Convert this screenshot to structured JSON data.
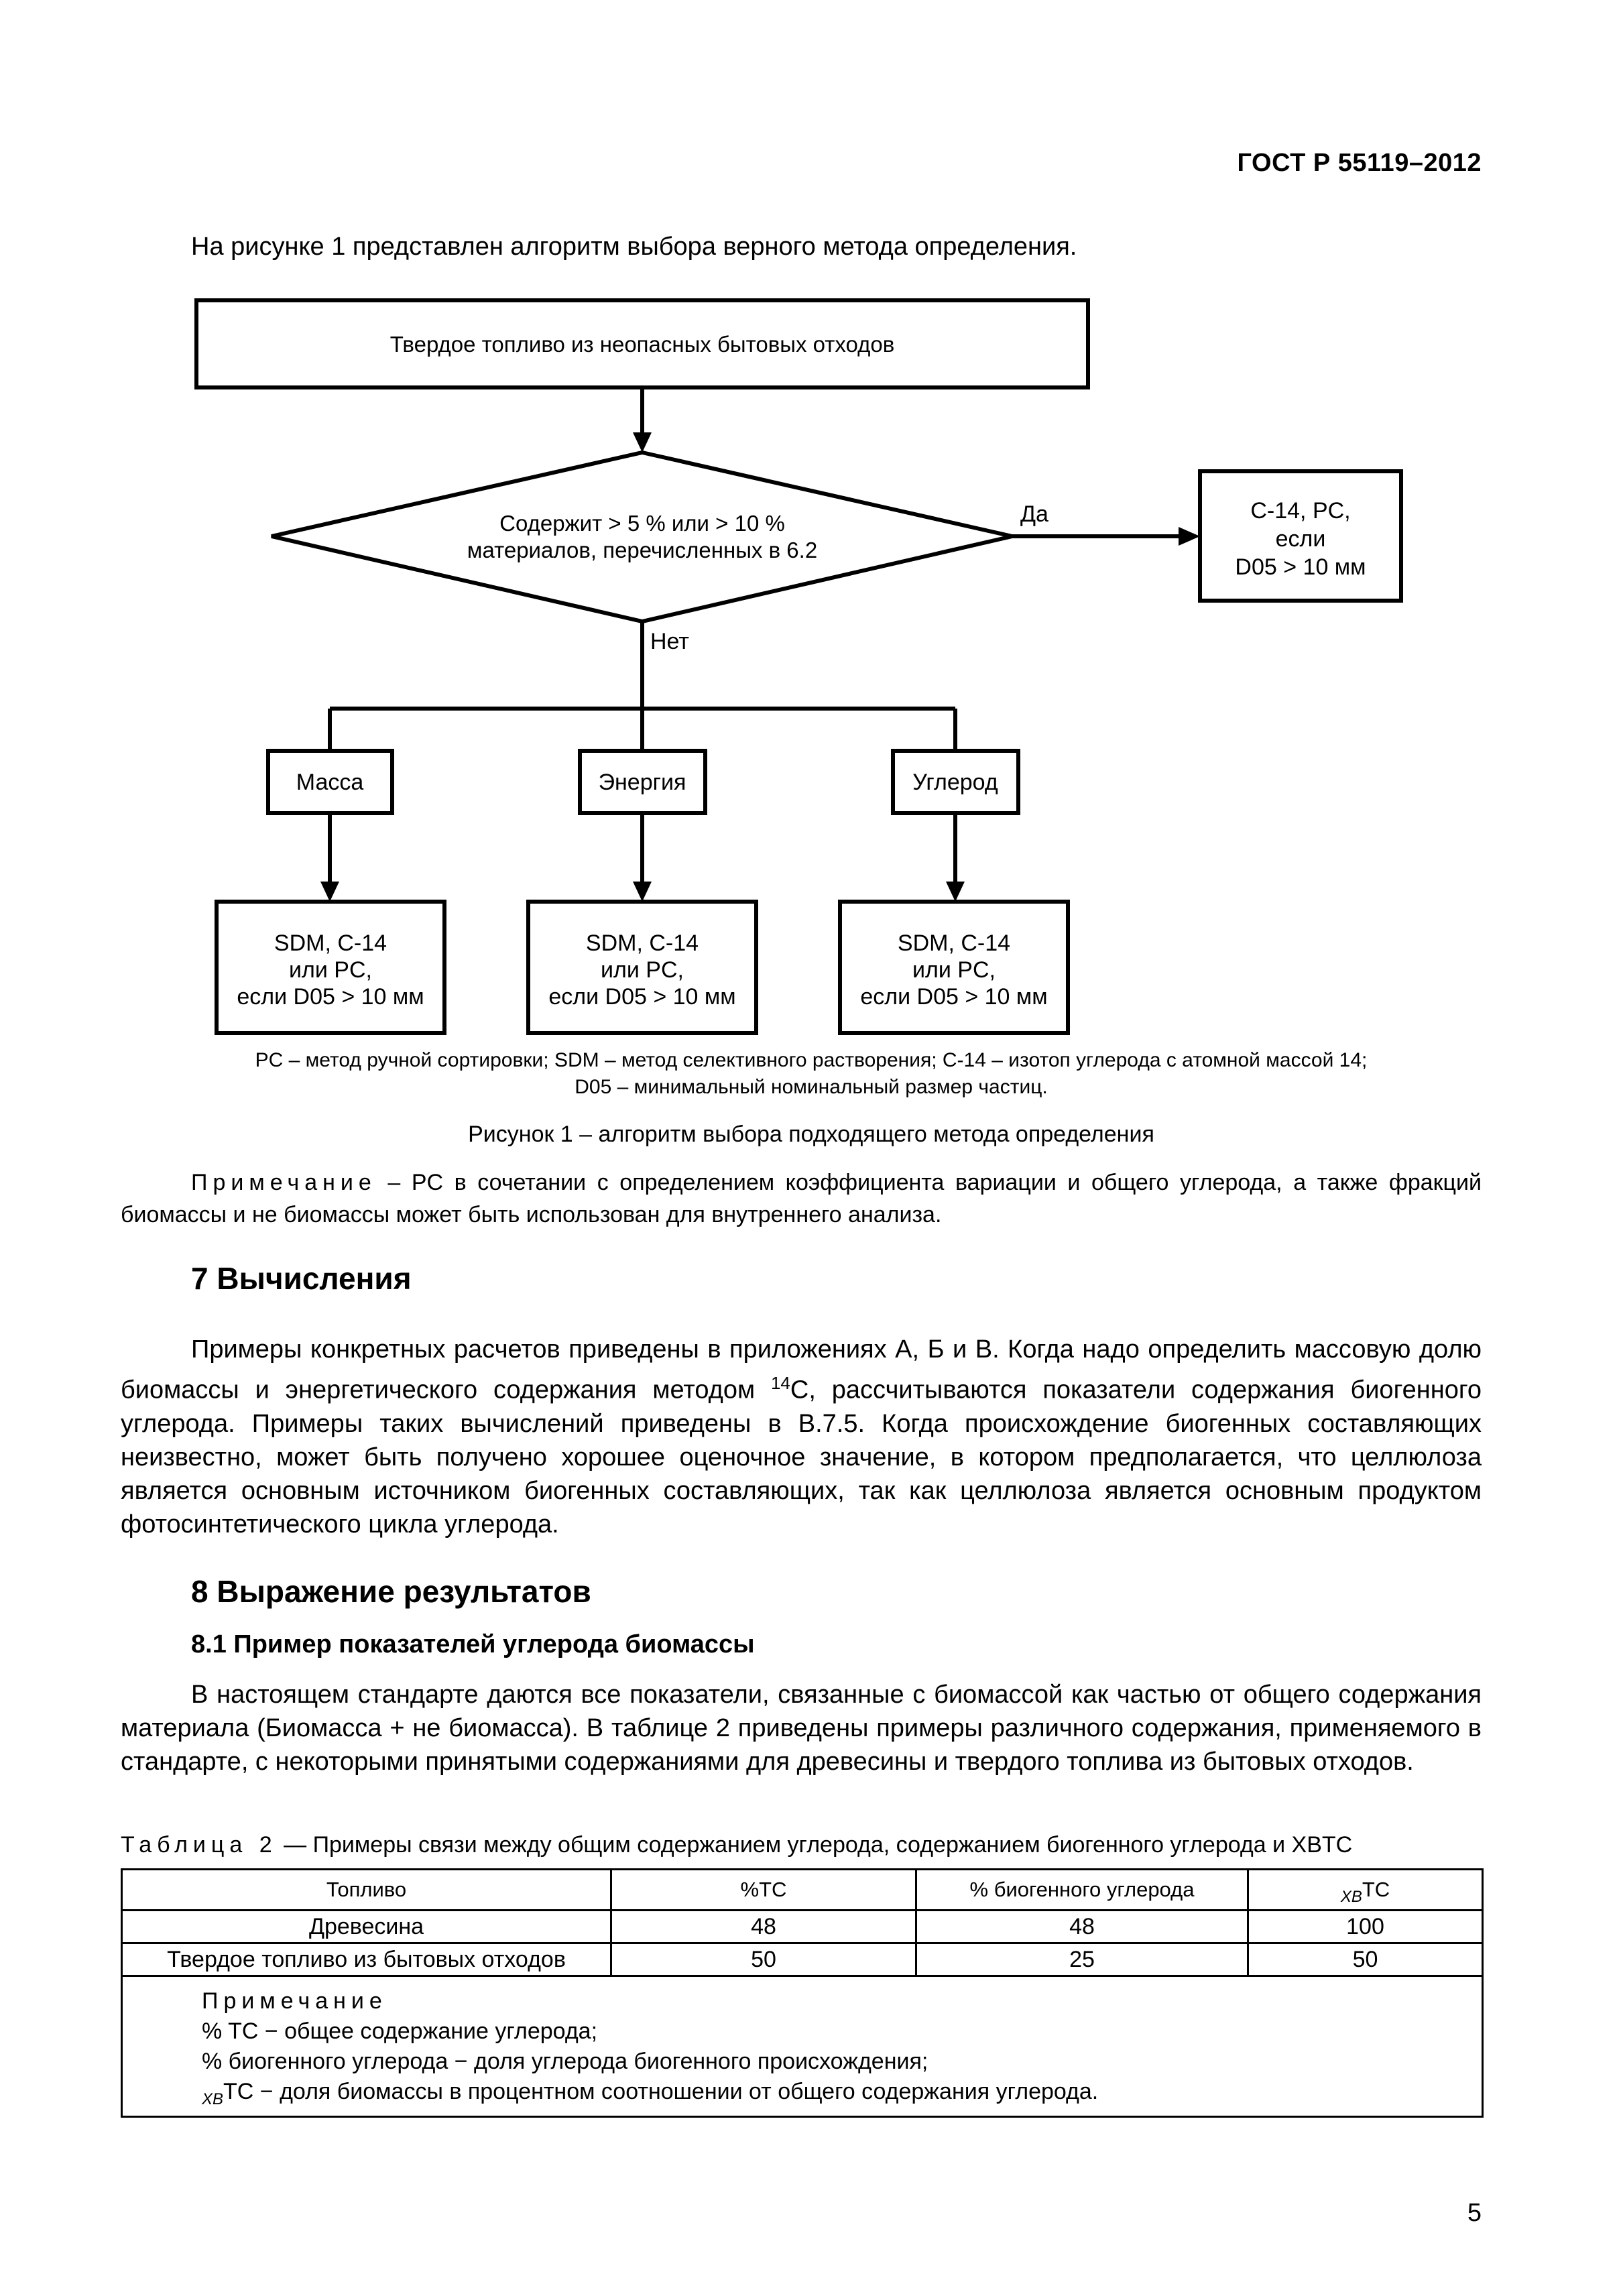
{
  "header": {
    "standard_code": "ГОСТ Р 55119–2012"
  },
  "intro_text": "На рисунке 1 представлен алгоритм выбора верного метода определения.",
  "flowchart": {
    "start_box": "Твердое топливо из неопасных бытовых отходов",
    "decision": {
      "line1": "Содержит > 5 % или > 10 %",
      "line2": "материалов, перечисленных в 6.2"
    },
    "yes_label": "Да",
    "no_label": "Нет",
    "yes_result": {
      "line1": "C-14, PC,",
      "line2": "если",
      "line3": "D05 > 10 мм"
    },
    "branches": [
      {
        "label": "Масса",
        "result": {
          "line1": "SDM, C-14",
          "line2": "или PC,",
          "line3": "если D05 > 10 мм"
        }
      },
      {
        "label": "Энергия",
        "result": {
          "line1": "SDM, C-14",
          "line2": "или PC,",
          "line3": "если D05 > 10 мм"
        }
      },
      {
        "label": "Углерод",
        "result": {
          "line1": "SDM, C-14",
          "line2": "или PC,",
          "line3": "если D05 > 10 мм"
        }
      }
    ]
  },
  "legend": {
    "line1": "PC – метод ручной сортировки; SDM – метод селективного растворения; С-14 – изотоп углерода с атомной массой 14;",
    "line2": "D05 – минимальный номинальный размер частиц."
  },
  "figure_caption": "Рисунок 1 – алгоритм выбора подходящего метода определения",
  "figure_note": {
    "label": "Примечание",
    "text": " – PC в сочетании с определением коэффициента вариации и общего углерода, а также фракций биомассы и не биомассы может быть использован для внутреннего анализа."
  },
  "section7": {
    "title": "7 Вычисления",
    "para_before_sup": "Примеры конкретных расчетов приведены в приложениях А, Б и В. Когда надо определить массовую долю биомассы и энергетического содержания методом ",
    "sup": "14",
    "para_after_sup": "С, рассчитываются показатели содержания биогенного углерода. Примеры таких вычислений приведены в В.7.5. Когда происхождение биогенных составляющих неизвестно, может быть получено хорошее оценочное значение, в котором предполагается, что целлюлоза является основным источником биогенных составляющих, так как целлюлоза является основным продуктом фотосинтетического цикла углерода."
  },
  "section8": {
    "title": "8 Выражение результатов",
    "subsection_title": "8.1 Пример показателей углерода биомассы",
    "para": "В настоящем стандарте даются все показатели, связанные с биомассой как частью от общего содержания материала (Биомасса + не биомасса). В таблице 2 приведены примеры различного содержания, применяемого в стандарте, с некоторыми принятыми содержаниями для древесины и твердого топлива из бытовых отходов."
  },
  "table2": {
    "label": "Таблица 2",
    "title": " — Примеры связи между общим содержанием углерода, содержанием биогенного углерода и XBTC",
    "headers": {
      "fuel": "Топливо",
      "tc": "%TC",
      "biogenic": "% биогенного углерода",
      "xb_sub": "XB",
      "xb_main": "TC"
    },
    "rows": [
      {
        "fuel": "Древесина",
        "tc": "48",
        "biogenic": "48",
        "xb": "100"
      },
      {
        "fuel": "Твердое топливо из бытовых отходов",
        "tc": "50",
        "biogenic": "25",
        "xb": "50"
      }
    ],
    "note": {
      "label": "Примечание",
      "line1": "% TC − общее содержание углерода;",
      "line2": "% биогенного углерода − доля углерода биогенного происхождения;",
      "line3_sub": "XB",
      "line3_main": "TC − доля биомассы в процентном соотношении от общего содержания углерода."
    }
  },
  "page_number": "5"
}
